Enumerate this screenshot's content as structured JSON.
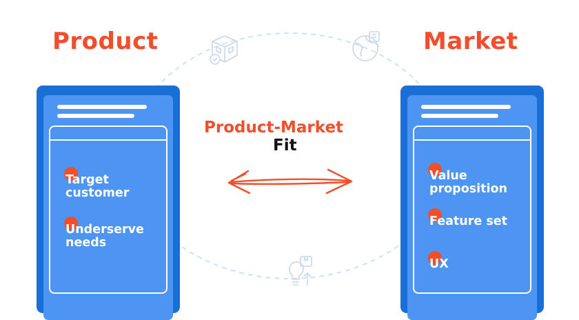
{
  "left_column": {
    "heading": "Product",
    "items": [
      "Target customer",
      "Underserve needs"
    ]
  },
  "right_column": {
    "heading": "Market",
    "items": [
      "Value proposition",
      "Feature set",
      "UX"
    ]
  },
  "center": {
    "title": "Product-Market",
    "subtitle": "Fit"
  },
  "icons": [
    "puzzle-box-icon",
    "puzzle-globe-icon",
    "lightbulb-box-icon",
    "double-arrow-icon"
  ],
  "colors": {
    "accent": "#f24e2c",
    "phone_outer": "#1a6fd6",
    "phone_screen": "#4d95f0",
    "dashed_circle": "#cfe2f5"
  }
}
